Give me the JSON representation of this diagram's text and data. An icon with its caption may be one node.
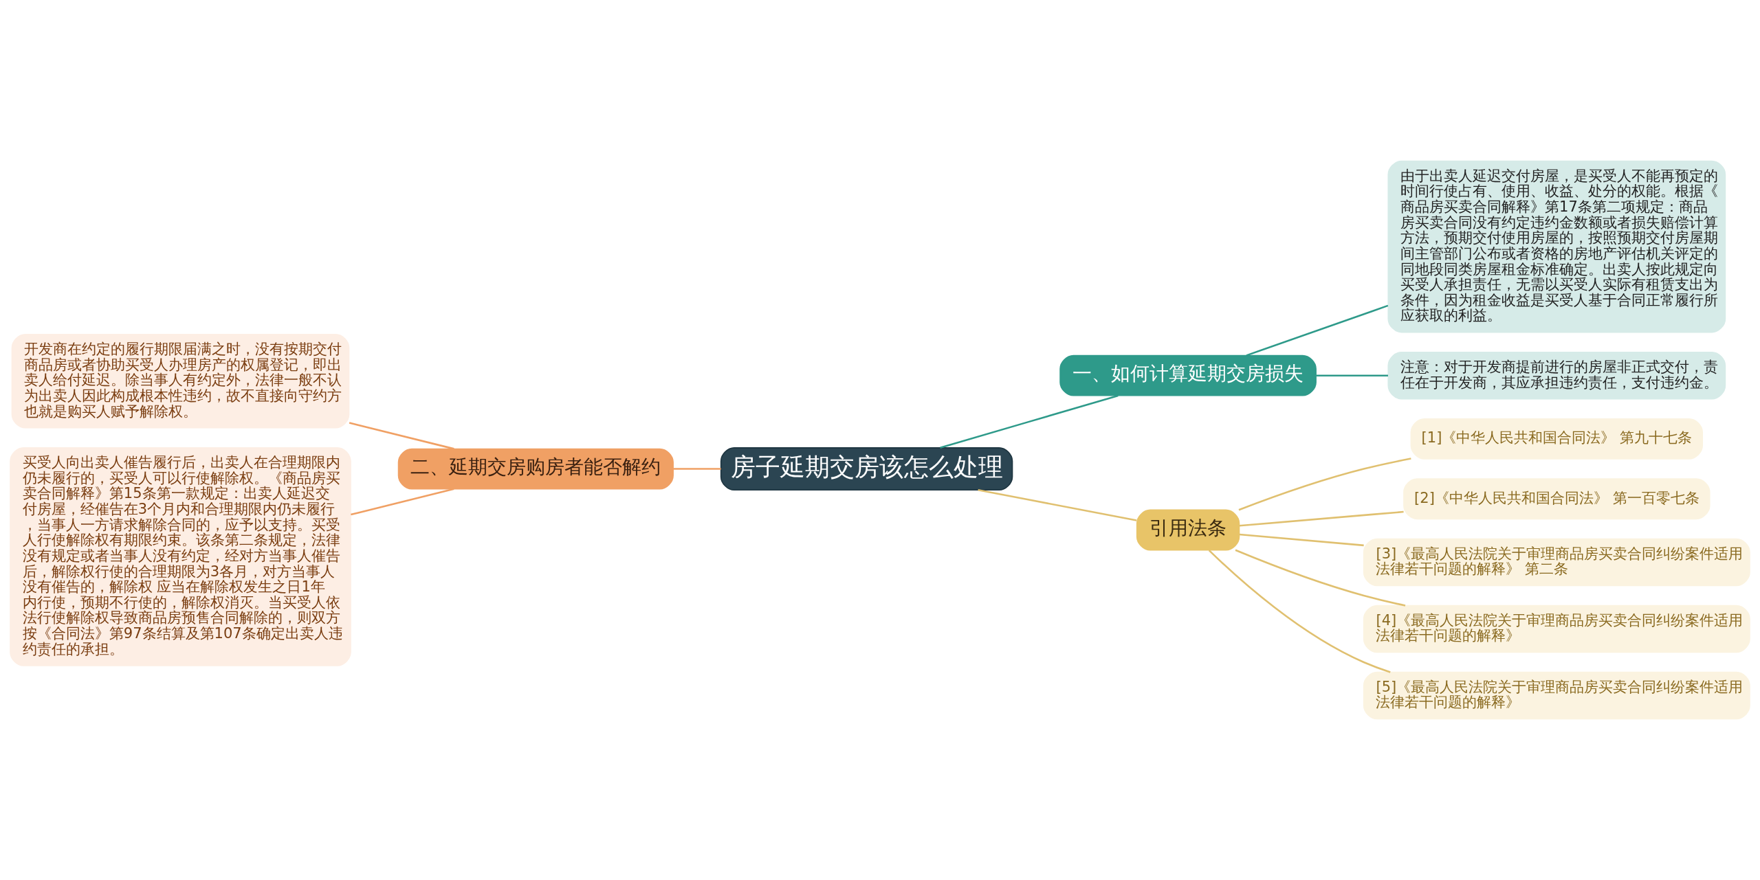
{
  "diagram": {
    "nodes": [
      {
        "text": [
          "房子延期交房该怎么处理"
        ]
      },
      {
        "text": [
          "一、如何计算延期交房损失"
        ]
      },
      {
        "text": [
          "由于出卖人延迟交付房屋，是买受人不能再预定的时间行使占有、使用、收益、处分的权能。根据《商品房买卖合同解释》第17条第二项规定：商品房买卖合同没有约定违约金数额或者损失赔偿计算方法，预期交付使用房屋的，按照预期交付房屋期间主管部门公布或者资格的房地产评估机关评定的同地段同类房屋租金标准确定。出卖人按此规定向买受人承担责任，无需以买受人实际有租赁支出为条件，因为租金收益是买受人基于合同正常履行所应获取的利益。"
        ]
      },
      {
        "text": [
          "注意：对于开发商提前进行的房屋非正式交付，责任在于开发商，其应承担违约责任，支付违约金。"
        ]
      },
      {
        "text": [
          "二、延期交房购房者能否解约"
        ]
      },
      {
        "text": [
          "开发商在约定的履行期限届满之时，没有按期交付商品房或者协助买受人办理房产的权属登记，即出卖人给付延迟。除当事人有约定外，法律一般不认为出卖人因此构成根本性违约，故不直接向守约方也就是购买人赋予解除权。"
        ]
      },
      {
        "text": [
          "买受人向出卖人催告履行后，出卖人在合理期限内仍未履行的，买受人可以行使解除权。《商品房买卖合同解释》第15条第一款规定：出卖人延迟交付房屋，经催告在3个月内和合理期限内仍未履行，当事人一方请求解除合同的，应予以支持。买受人行使解除权有期限约束。该条第二条规定，法律没有规定或者当事人没有约定，经对方当事人催告后，解除权行使的合理期限为3各月，对方当事人没有催告的，解除权 应当在解除权发生之日1年内行使，预期不行使的，解除权消灭。当买受人依法行使解除权导致商品房预售合同解除的，则双方按《合同法》第97条结算及第107条确定出卖人违约责任的承担。"
        ]
      },
      {
        "text": [
          "引用法条"
        ]
      },
      {
        "text": [
          "[1]《中华人民共和国合同法》 第九十七条"
        ]
      },
      {
        "text": [
          "[2]《中华人民共和国合同法》 第一百零七条"
        ]
      },
      {
        "text": [
          "[3]《最高人民法院关于审理商品房买卖合同纠纷案件适用法律若干问题的解释》 第二条"
        ]
      },
      {
        "text": [
          "[4]《最高人民法院关于审理商品房买卖合同纠纷案件适用法律若干问题的解释》"
        ]
      },
      {
        "text": [
          "[5]《最高人民法院关于审理商品房买卖合同纠纷案件适用法律若干问题的解释》"
        ]
      }
    ],
    "edges": [
      {
        "from": 0,
        "to": 1,
        "arrow": "none",
        "color": "#2e9a8a"
      },
      {
        "from": 1,
        "to": 2,
        "arrow": "none",
        "color": "#2e9a8a"
      },
      {
        "from": 1,
        "to": 3,
        "arrow": "none",
        "color": "#2e9a8a"
      },
      {
        "from": 0,
        "to": 4,
        "arrow": "none",
        "color": "#f0a064"
      },
      {
        "from": 4,
        "to": 5,
        "arrow": "none",
        "color": "#f0a064"
      },
      {
        "from": 4,
        "to": 6,
        "arrow": "none",
        "color": "#f0a064"
      },
      {
        "from": 0,
        "to": 7,
        "arrow": "none",
        "color": "#e0c070"
      },
      {
        "from": 7,
        "to": 8,
        "arrow": "none",
        "color": "#e0c070"
      },
      {
        "from": 7,
        "to": 9,
        "arrow": "none",
        "color": "#e0c070"
      },
      {
        "from": 7,
        "to": 10,
        "arrow": "none",
        "color": "#e0c070"
      },
      {
        "from": 7,
        "to": 11,
        "arrow": "none",
        "color": "#e0c070"
      },
      {
        "from": 7,
        "to": 12,
        "arrow": "none",
        "color": "#e0c070"
      }
    ]
  }
}
